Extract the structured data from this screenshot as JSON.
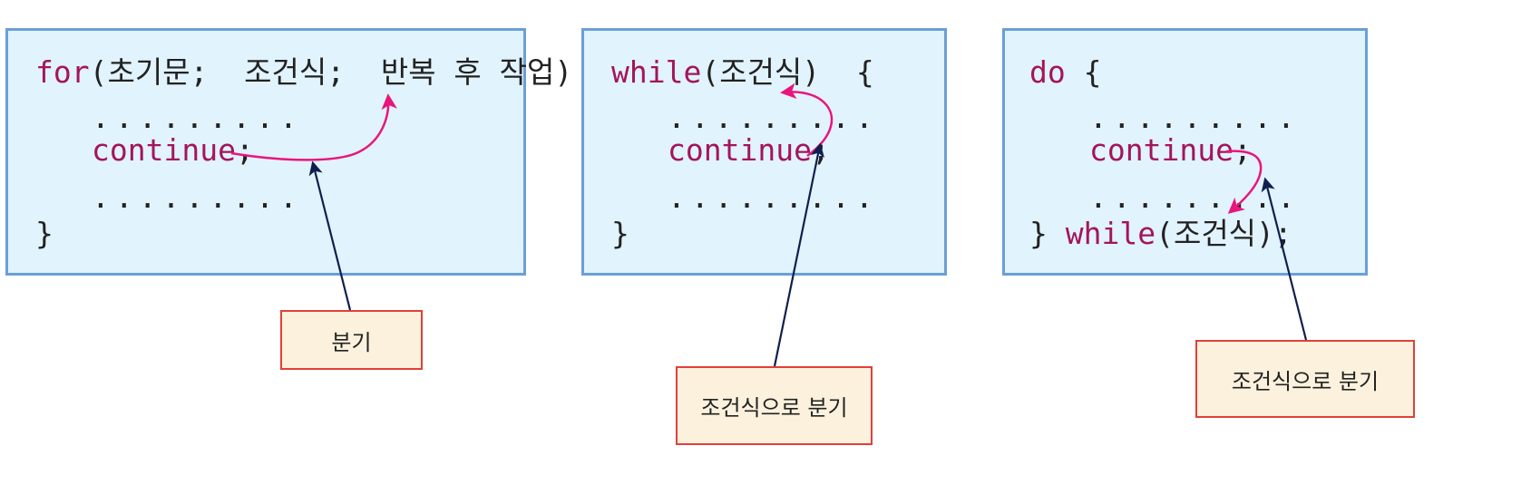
{
  "colors": {
    "keyword": "#a3155d",
    "text": "#222222",
    "code_bg": "#e1f3fd",
    "code_border": "#6a9fd8",
    "label_bg": "#fbf1dd",
    "label_border": "#e0403a",
    "flow_arrow": "#e8157d",
    "pointer_arrow": "#0f1f4f"
  },
  "for_box": {
    "keyword": "for",
    "header_rest": "(초기문;  조건식;  반복 후 작업)  {",
    "dots_top": ".........",
    "continue_kw": "continue",
    "semicolon": ";",
    "dots_bottom": ".........",
    "close": "}",
    "label": "분기"
  },
  "while_box": {
    "keyword": "while",
    "header_rest": "(조건식)  {",
    "dots_top": ".........",
    "continue_kw": "continue",
    "semicolon": ";",
    "dots_bottom": ".........",
    "close": "}",
    "label": "조건식으로 분기"
  },
  "do_box": {
    "keyword": "do",
    "header_rest": " {",
    "dots_top": ".........",
    "continue_kw": "continue",
    "semicolon": ";",
    "dots_bottom": ".........",
    "close_brace": "} ",
    "close_keyword": "while",
    "close_rest": "(조건식);",
    "label": "조건식으로 분기"
  }
}
